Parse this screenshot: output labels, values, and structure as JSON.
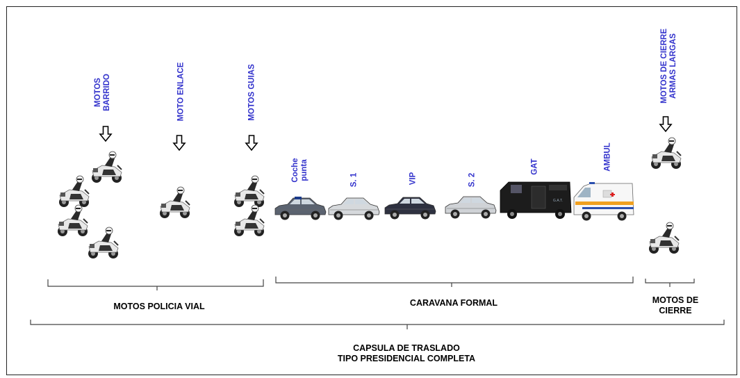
{
  "vertical_labels": {
    "motos_barrido": "MOTOS\nBARRIDO",
    "moto_enlace": "MOTO ENLACE",
    "motos_guias": "MOTOS GUIAS",
    "motos_cierre": "MOTOS DE CIERRE\nARMAS LARGAS",
    "coche_punta": "Coche\npunta",
    "s1": "S. 1",
    "vip": "VIP",
    "s2": "S. 2",
    "gat": "GAT",
    "ambul": "AMBUL"
  },
  "group_labels": {
    "policia_vial": "MOTOS POLICIA VIAL",
    "caravana": "CARAVANA FORMAL",
    "cierre": "MOTOS DE\nCIERRE",
    "capsula": "CAPSULA DE TRASLADO\nTIPO PRESIDENCIAL COMPLETA"
  },
  "vehicle_text": {
    "gat_door": "G.A.T."
  },
  "colors": {
    "label_blue": "#3333cc",
    "line": "#444444"
  },
  "icons": [
    "arrow-down-icon",
    "motorcycle-icon",
    "sedan-icon",
    "van-icon",
    "ambulance-icon"
  ]
}
